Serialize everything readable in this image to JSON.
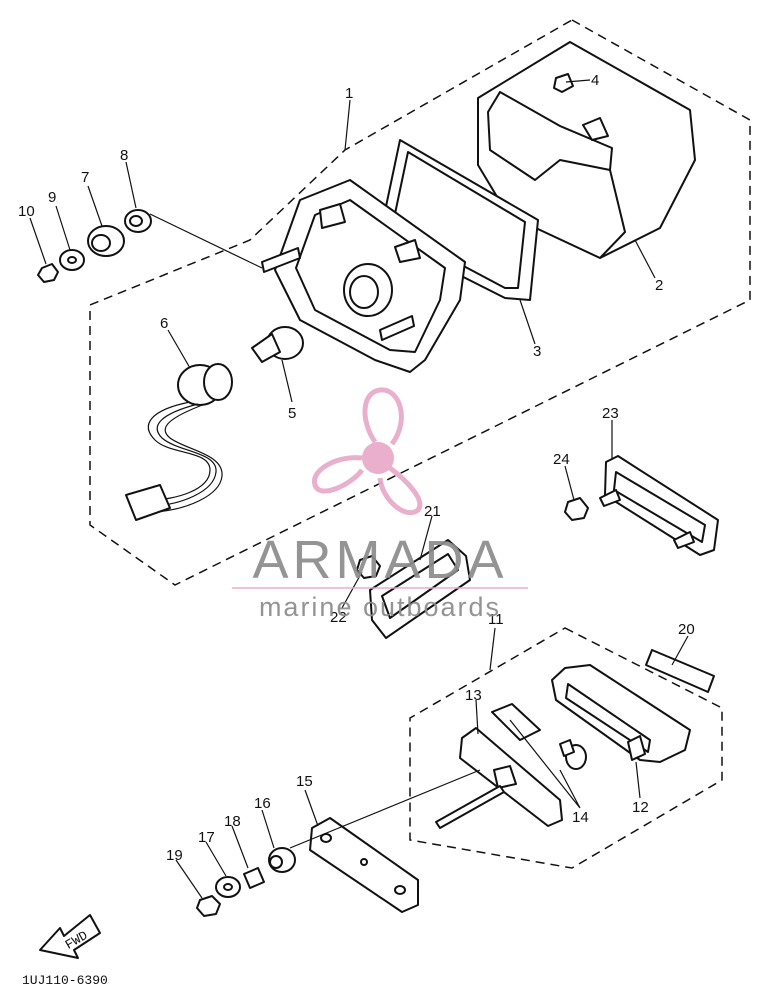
{
  "diagram": {
    "callouts": [
      {
        "id": "1",
        "label": "1"
      },
      {
        "id": "2",
        "label": "2"
      },
      {
        "id": "3",
        "label": "3"
      },
      {
        "id": "4",
        "label": "4"
      },
      {
        "id": "5",
        "label": "5"
      },
      {
        "id": "6",
        "label": "6"
      },
      {
        "id": "7",
        "label": "7"
      },
      {
        "id": "8",
        "label": "8"
      },
      {
        "id": "9",
        "label": "9"
      },
      {
        "id": "10",
        "label": "10"
      },
      {
        "id": "11",
        "label": "11"
      },
      {
        "id": "12",
        "label": "12"
      },
      {
        "id": "13",
        "label": "13"
      },
      {
        "id": "14",
        "label": "14"
      },
      {
        "id": "15",
        "label": "15"
      },
      {
        "id": "16",
        "label": "16"
      },
      {
        "id": "17",
        "label": "17"
      },
      {
        "id": "18",
        "label": "18"
      },
      {
        "id": "19",
        "label": "19"
      },
      {
        "id": "20",
        "label": "20"
      },
      {
        "id": "21",
        "label": "21"
      },
      {
        "id": "22",
        "label": "22"
      },
      {
        "id": "23",
        "label": "23"
      },
      {
        "id": "24",
        "label": "24"
      }
    ],
    "drawing_code": "1UJ110-6390",
    "fwd_arrow_label": "FWD"
  },
  "watermark": {
    "brand": "ARMADA",
    "tagline": "marine outboards",
    "logo_color": "#e8a9c9",
    "text_color": "#8c8c8c"
  }
}
